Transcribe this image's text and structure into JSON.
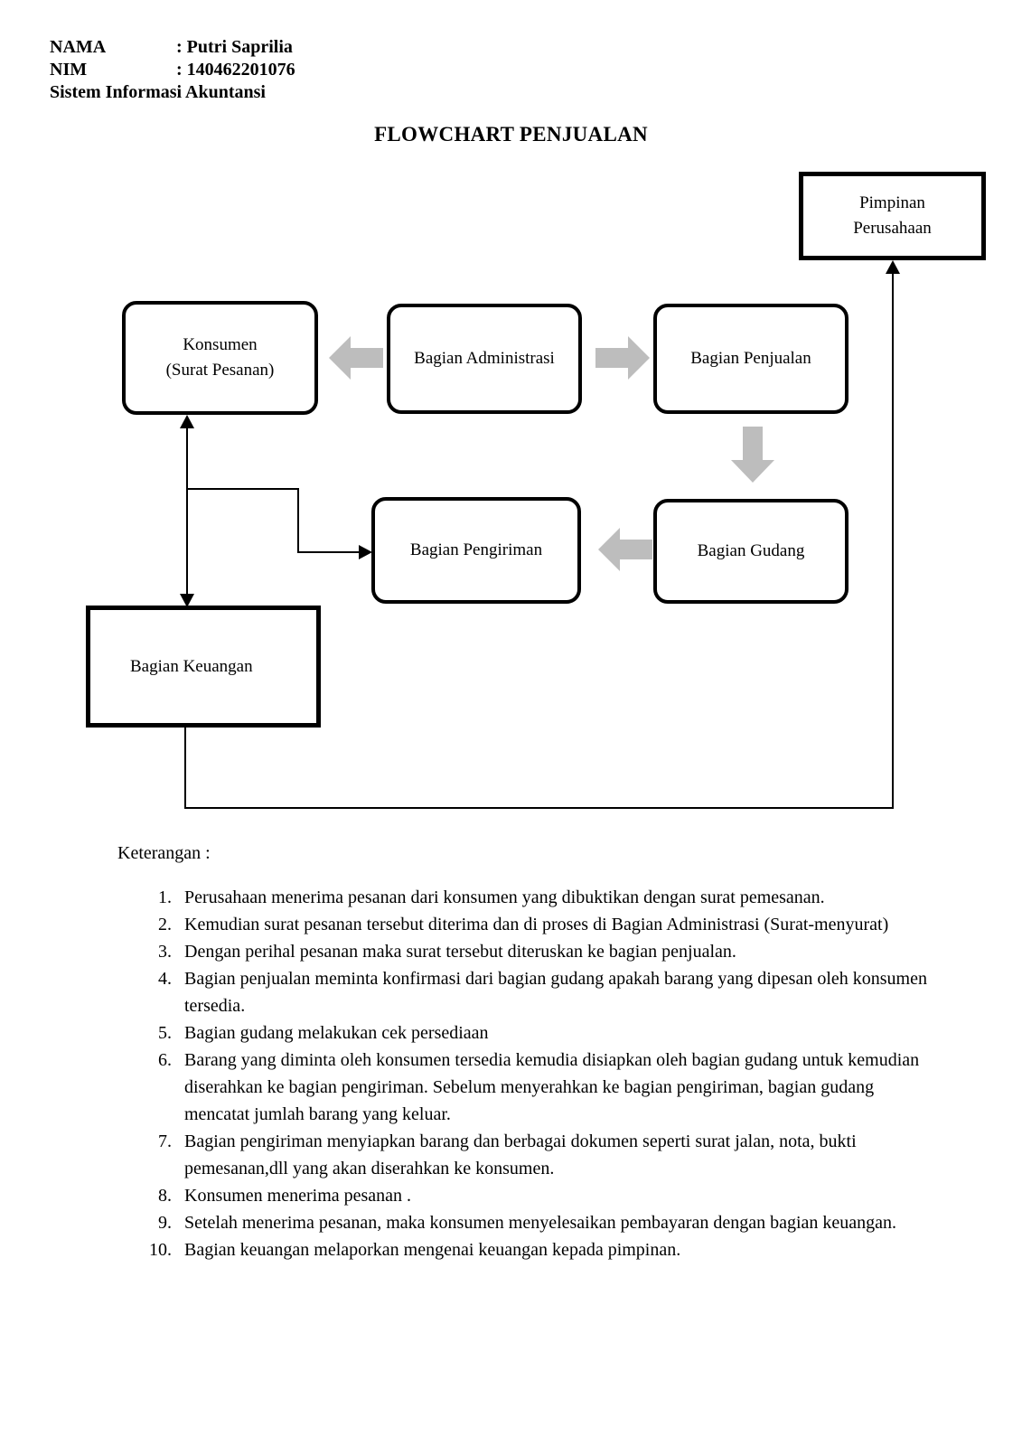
{
  "header": {
    "rows": [
      {
        "label": "NAMA",
        "value": ": Putri Saprilia"
      },
      {
        "label": "NIM",
        "value": ": 140462201076"
      }
    ],
    "course": "Sistem Informasi Akuntansi"
  },
  "title": "FLOWCHART PENJUALAN",
  "colors": {
    "arrow_gray": "#bdbdbd",
    "line_black": "#000000",
    "page_background": "#ffffff"
  },
  "flowchart": {
    "nodes": {
      "pimpinan": {
        "line1": "Pimpinan",
        "line2": "Perusahaan"
      },
      "konsumen": {
        "line1": "Konsumen",
        "line2": "(Surat  Pesanan)"
      },
      "administrasi": {
        "label": "Bagian Administrasi"
      },
      "penjualan": {
        "label": "Bagian Penjualan"
      },
      "pengiriman": {
        "label": "Bagian Pengiriman"
      },
      "gudang": {
        "label": "Bagian Gudang"
      },
      "keuangan": {
        "label": "Bagian Keuangan"
      }
    },
    "edges": [
      {
        "from": "administrasi",
        "to": "konsumen",
        "style": "gray-block-arrow",
        "direction": "left"
      },
      {
        "from": "administrasi",
        "to": "penjualan",
        "style": "gray-block-arrow",
        "direction": "right"
      },
      {
        "from": "penjualan",
        "to": "gudang",
        "style": "gray-block-arrow",
        "direction": "down"
      },
      {
        "from": "gudang",
        "to": "pengiriman",
        "style": "gray-block-arrow",
        "direction": "left"
      },
      {
        "from": "konsumen",
        "to": "keuangan",
        "style": "line",
        "direction": "bidirectional"
      },
      {
        "from": "konsumen-keuangan-link",
        "to": "pengiriman",
        "style": "line",
        "direction": "right"
      },
      {
        "from": "keuangan",
        "to": "pimpinan",
        "style": "line",
        "direction": "up"
      }
    ]
  },
  "keterangan": {
    "label": "Keterangan :",
    "items": [
      {
        "num": "1.",
        "text": "Perusahaan menerima pesanan dari konsumen yang dibuktikan dengan surat pemesanan."
      },
      {
        "num": "2.",
        "text": "Kemudian surat pesanan tersebut diterima dan di proses di Bagian Administrasi (Surat-menyurat)"
      },
      {
        "num": "3.",
        "text": "Dengan perihal pesanan maka surat tersebut diteruskan ke bagian penjualan."
      },
      {
        "num": "4.",
        "text": "Bagian penjualan meminta konfirmasi dari bagian gudang apakah barang yang dipesan oleh konsumen tersedia."
      },
      {
        "num": "5.",
        "text": "Bagian gudang melakukan cek persediaan"
      },
      {
        "num": "6.",
        "text": "Barang yang diminta oleh konsumen tersedia kemudia disiapkan oleh bagian gudang untuk kemudian diserahkan ke bagian pengiriman. Sebelum menyerahkan ke bagian pengiriman, bagian gudang mencatat jumlah barang yang keluar."
      },
      {
        "num": "7.",
        "text": "Bagian pengiriman menyiapkan barang dan berbagai dokumen seperti surat jalan, nota, bukti pemesanan,dll yang akan diserahkan ke konsumen."
      },
      {
        "num": "8.",
        "text": "Konsumen menerima pesanan ."
      },
      {
        "num": "9.",
        "text": "Setelah menerima pesanan, maka konsumen menyelesaikan pembayaran dengan bagian keuangan."
      },
      {
        "num": "10.",
        "text": "Bagian keuangan melaporkan mengenai keuangan kepada pimpinan."
      }
    ]
  }
}
